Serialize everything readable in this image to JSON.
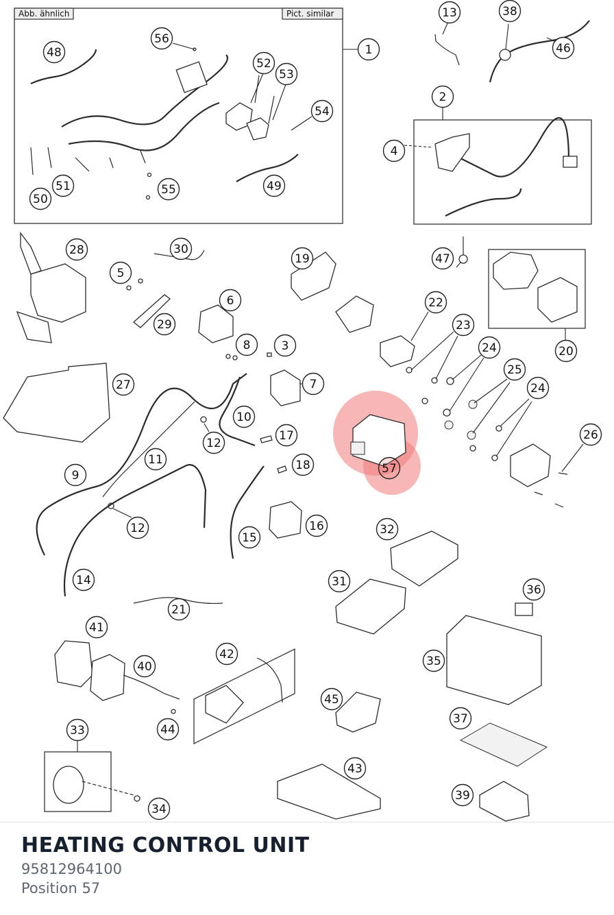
{
  "frame_labels": {
    "de": "Abb. ähnlich",
    "en": "Pict. similar"
  },
  "callouts": [
    "1",
    "2",
    "3",
    "4",
    "5",
    "6",
    "7",
    "8",
    "9",
    "10",
    "11",
    "12",
    "12",
    "13",
    "14",
    "15",
    "16",
    "17",
    "18",
    "19",
    "20",
    "21",
    "22",
    "23",
    "24",
    "24",
    "25",
    "26",
    "27",
    "28",
    "29",
    "30",
    "31",
    "32",
    "33",
    "34",
    "35",
    "36",
    "37",
    "38",
    "39",
    "40",
    "41",
    "42",
    "43",
    "44",
    "45",
    "46",
    "47",
    "48",
    "49",
    "50",
    "51",
    "52",
    "53",
    "54",
    "55",
    "56",
    "57"
  ],
  "highlight": {
    "position": "57",
    "color": "#f07c7c"
  },
  "part": {
    "title": "HEATING CONTROL UNIT",
    "number": "95812964100",
    "position_label": "Position 57"
  }
}
